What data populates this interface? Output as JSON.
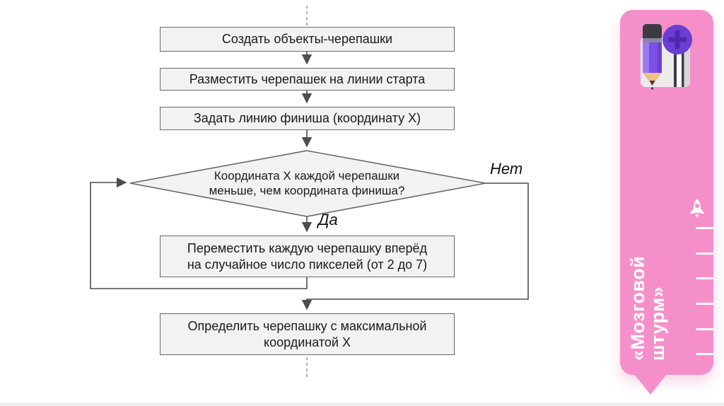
{
  "flowchart": {
    "steps": [
      {
        "lines": [
          "Создать объекты-черепашки"
        ]
      },
      {
        "lines": [
          "Разместить черепашек на линии старта"
        ]
      },
      {
        "lines": [
          "Задать линию финиша (координату X)"
        ]
      },
      {
        "lines": [
          "Переместить каждую черепашку вперёд",
          "на случайное число пикселей (от 2 до 7)"
        ]
      },
      {
        "lines": [
          "Определить черепашку с максимальной",
          "координатой X"
        ]
      }
    ],
    "decision": {
      "lines": [
        "Координата X каждой черепашки",
        "меньше, чем координата финиша?"
      ]
    },
    "branch_labels": {
      "yes": "Да",
      "no": "Нет"
    }
  },
  "sidebar": {
    "title_lines": [
      "«Мозговой",
      "штурм»"
    ],
    "icons": [
      "pencil-notebook-icon",
      "plus-badge-icon",
      "rocket-icon"
    ],
    "tick_count": 6
  },
  "colors": {
    "node_fill": "#f2f2f2",
    "node_border": "#696969",
    "connector": "#4d4d4d",
    "sidebar_pink": "#f58fc9",
    "icon_purple": "#6a3ed2",
    "plus_dark_purple": "#5128ad",
    "pencil_purple": "#7b50e3",
    "text": "#1a1a1a",
    "sidebar_text": "#ffffff"
  }
}
